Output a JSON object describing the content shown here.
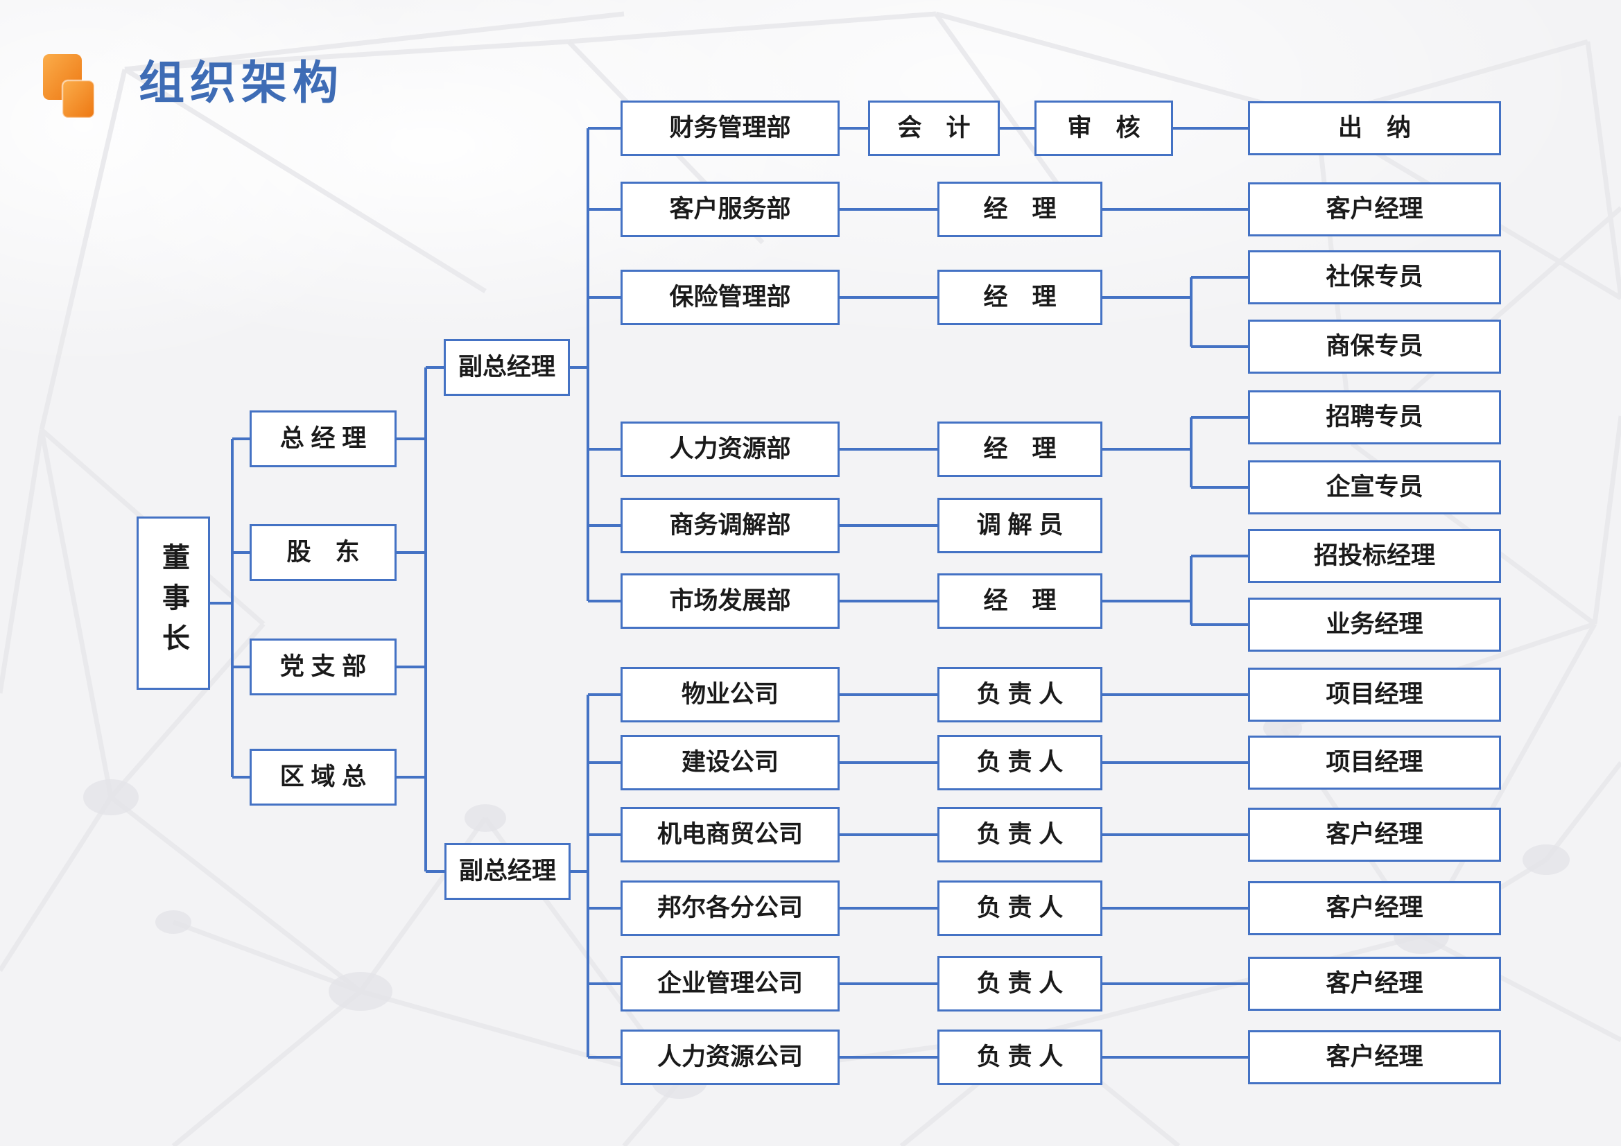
{
  "title": "组织架构",
  "colors": {
    "line": "#4472C4",
    "title": "#3E6CB5",
    "box_bg": "#FFFFFF",
    "text": "#1A1A1A",
    "bg": "#F3F3F5",
    "icon_a": "#FBAD4B",
    "icon_b": "#ED7712"
  },
  "nodes": {
    "chairman": "董事长",
    "general_manager": "总 经 理",
    "shareholders": "股　东",
    "party_branch": "党 支 部",
    "regional_head": "区 域 总",
    "deputy_gm_1": "副总经理",
    "deputy_gm_2": "副总经理",
    "dept_finance": "财务管理部",
    "accountant": "会　计",
    "auditor": "审　核",
    "cashier": "出　纳",
    "dept_customer_service": "客户服务部",
    "cs_manager": "经　理",
    "cs_account_manager": "客户经理",
    "dept_insurance": "保险管理部",
    "insurance_manager": "经　理",
    "social_insurance_specialist": "社保专员",
    "commercial_insurance_specialist": "商保专员",
    "dept_hr": "人力资源部",
    "hr_manager": "经　理",
    "recruiting_specialist": "招聘专员",
    "pr_specialist": "企宣专员",
    "dept_mediation": "商务调解部",
    "mediator": "调 解 员",
    "dept_market": "市场发展部",
    "market_manager": "经　理",
    "bidding_manager": "招投标经理",
    "business_manager": "业务经理",
    "co_property": "物业公司",
    "co_property_head": "负 责 人",
    "co_property_pm": "项目经理",
    "co_construction": "建设公司",
    "co_construction_head": "负 责 人",
    "co_construction_pm": "项目经理",
    "co_mechatronics": "机电商贸公司",
    "co_mechatronics_head": "负 责 人",
    "co_mechatronics_am": "客户经理",
    "co_branches": "邦尔各分公司",
    "co_branches_head": "负 责 人",
    "co_branches_am": "客户经理",
    "co_enterprise": "企业管理公司",
    "co_enterprise_head": "负 责 人",
    "co_enterprise_am": "客户经理",
    "co_hr": "人力资源公司",
    "co_hr_head": "负 责 人",
    "co_hr_am": "客户经理"
  }
}
